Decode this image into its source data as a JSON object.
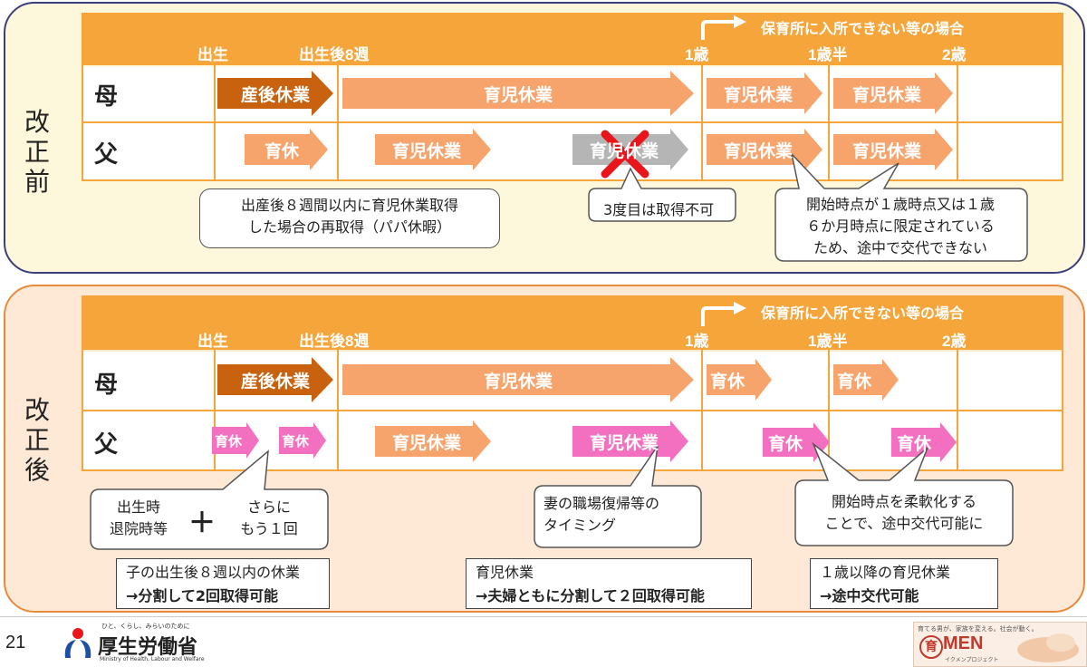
{
  "before": {
    "label": "改正前",
    "nursery_note": "保育所に入所できない等の場合",
    "marks": [
      "出生",
      "出生後8週",
      "1歳",
      "1歳半",
      "2歳"
    ],
    "mother": "母",
    "father": "父",
    "mother_arrows": [
      "産後休業",
      "育児休業",
      "育児休業",
      "育児休業"
    ],
    "father_arrows": [
      "育休",
      "育児休業",
      "育児休業",
      "育児休業",
      "育児休業"
    ],
    "callout_papa": [
      "出産後８週間以内に育児休業取得",
      "した場合の再取得（パパ休暇）"
    ],
    "callout_third": "3度目は取得不可",
    "callout_fixed": [
      "開始時点が１歳時点又は１歳",
      "６か月時点に限定されている",
      "ため、途中で交代できない"
    ]
  },
  "after": {
    "label": "改正後",
    "nursery_note": "保育所に入所できない等の場合",
    "marks": [
      "出生",
      "出生後8週",
      "1歳",
      "1歳半",
      "2歳"
    ],
    "mother": "母",
    "father": "父",
    "mother_arrows": [
      "産後休業",
      "育児休業",
      "育休",
      "育休"
    ],
    "father_arrows": [
      "育休",
      "育休",
      "育児休業",
      "育児休業",
      "育休",
      "育休"
    ],
    "callout_birth": [
      "出生時",
      "退院時等"
    ],
    "plus": "＋",
    "callout_more": [
      "さらに",
      "もう１回"
    ],
    "callout_wife": [
      "妻の職場復帰等の",
      "タイミング"
    ],
    "callout_flex": [
      "開始時点を柔軟化する",
      "ことで、途中交代可能に"
    ],
    "box1": [
      "子の出生後８週以内の休業",
      "→分割して2回取得可能"
    ],
    "box2": [
      "育児休業",
      "→夫婦ともに分割して２回取得可能"
    ],
    "box3": [
      "１歳以降の育児休業",
      "→途中交代可能"
    ]
  },
  "footer": {
    "page": "21",
    "ministry_tagline": "ひと、くらし、みらいのために",
    "ministry_name": "厚生労働省",
    "ministry_en": "Ministry of Health, Labour and Welfare",
    "ikumen_tagline": "育てる男が、家族を変える。社会が動く。",
    "ikumen_logo": "MEN",
    "ikumen_kanji": "育",
    "ikumen_sub": "イクメンプロジェクト"
  },
  "colors": {
    "band": "#f6a53a",
    "dark_orange": "#c8620e",
    "light_orange": "#f7a36c",
    "pink": "#f36fbf",
    "gray": "#b5b5b5",
    "cross": "#e8151b"
  }
}
